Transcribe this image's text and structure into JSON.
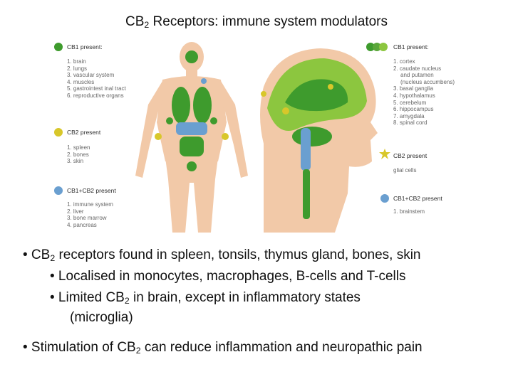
{
  "title": {
    "prefix": "CB",
    "sub": "2",
    "suffix": " Receptors: immune system modulators"
  },
  "figure": {
    "body_legend": {
      "cb1": {
        "heading": "CB1 present:",
        "items": [
          "1. brain",
          "2. lungs",
          "3. vascular system",
          "4. muscles",
          "5. gastrointest inal tract",
          "6. reproductive organs"
        ]
      },
      "cb2": {
        "heading": "CB2 present",
        "items": [
          "1. spleen",
          "2. bones",
          "3. skin"
        ]
      },
      "both": {
        "heading": "CB1+CB2 present",
        "items": [
          "1. immune system",
          "2. liver",
          "3. bone marrow",
          "4. pancreas"
        ]
      }
    },
    "brain_legend": {
      "cb1": {
        "heading": "CB1 present:",
        "items": [
          "1. cortex",
          "2. caudate nucleus",
          "and putamen",
          "(nucleus accumbens)",
          "3. basal ganglia",
          "4. hypothalamus",
          "5. cerebelum",
          "6. hippocampus",
          "7. amygdala",
          "8. spinal cord"
        ]
      },
      "cb2": {
        "heading": "CB2 present",
        "items": [
          "glial cells"
        ]
      },
      "both": {
        "heading": "CB1+CB2 present",
        "items": [
          "1. brainstem"
        ]
      }
    },
    "colors": {
      "green": "#3e9b2d",
      "light_green": "#8cc63f",
      "yellow": "#d8c72a",
      "blue": "#6a9fd0",
      "skin": "#f2c9a8",
      "skin_dark": "#e7b38d"
    }
  },
  "bullets": [
    {
      "prefix": "• CB",
      "sub": "2",
      "suffix": " receptors found in spleen, tonsils, thymus gland, bones, skin"
    },
    {
      "prefix": "•  Localised in monocytes, macrophages, B-cells and T-cells",
      "sub": "",
      "suffix": ""
    },
    {
      "prefix": "•  Limited CB",
      "sub": "2",
      "suffix": " in brain, except in inflammatory states"
    },
    {
      "prefix": "(microglia)",
      "sub": "",
      "suffix": ""
    },
    {
      "prefix": "• Stimulation of CB",
      "sub": "2",
      "suffix": " can reduce inflammation and neuropathic pain"
    }
  ]
}
